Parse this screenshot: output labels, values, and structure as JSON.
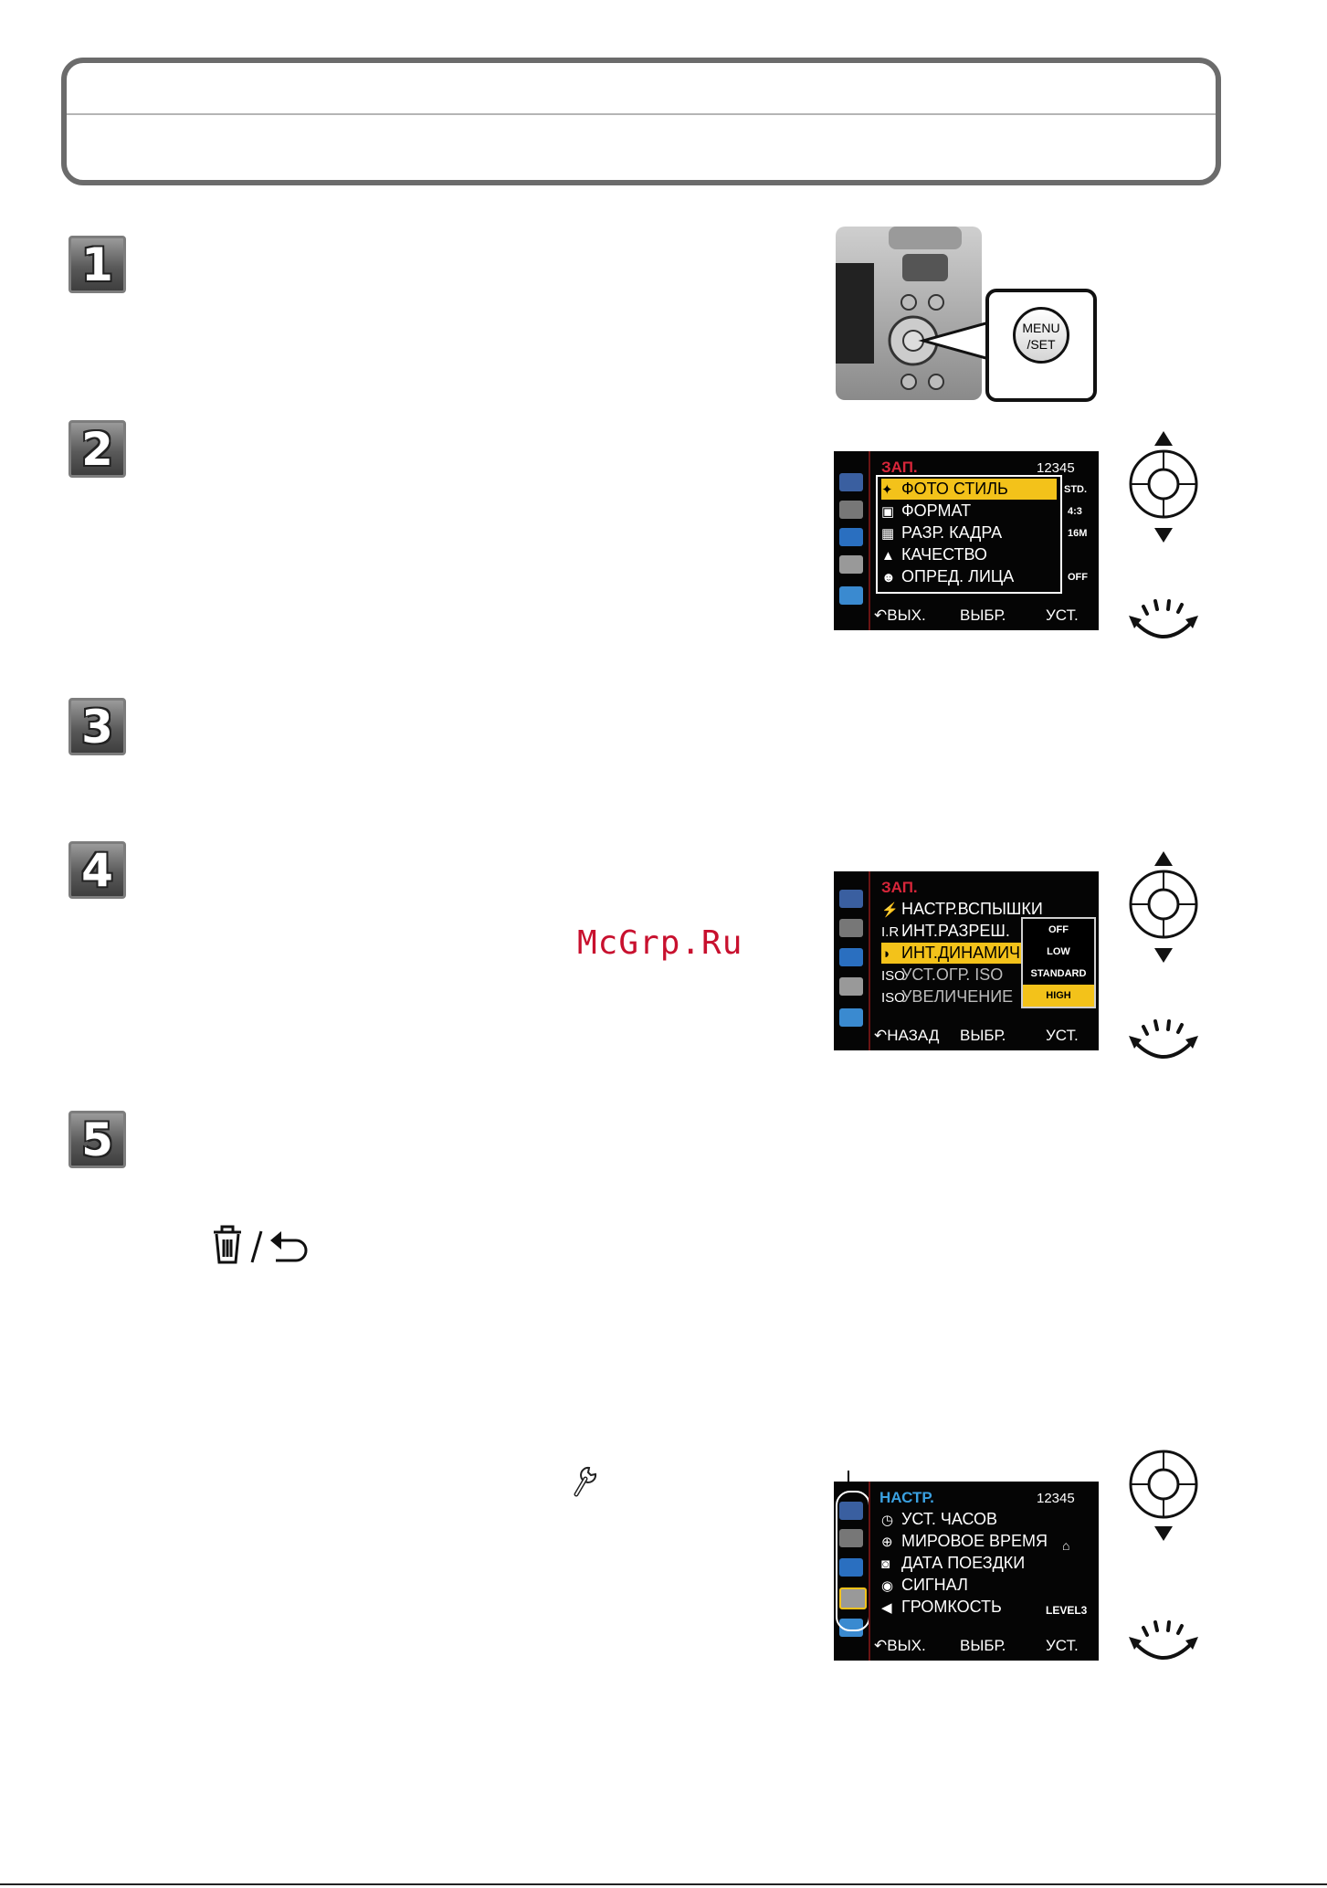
{
  "header": {
    "title": "",
    "subtitle": ""
  },
  "steps": [
    "1",
    "2",
    "3",
    "4",
    "5"
  ],
  "watermark": "McGrp.Ru",
  "camera_button": {
    "line1": "MENU",
    "line2": "/SET"
  },
  "screen_rec": {
    "heading": "ЗАП.",
    "pages": "12345",
    "items": [
      "ФОТО СТИЛЬ",
      "ФОРМАТ",
      "РАЗР. КАДРА",
      "КАЧЕСТВО",
      "ОПРЕД. ЛИЦА"
    ],
    "values": [
      "STD.",
      "4:3",
      "16M",
      "",
      "OFF"
    ],
    "footer_left": "↶ВЫХ.",
    "footer_right": "ВЫБР.",
    "footer_set": "УСТ."
  },
  "screen_dyn": {
    "heading": "ЗАП.",
    "items": [
      "НАСТР.ВСПЫШКИ",
      "ИНТ.РАЗРЕШ.",
      "ИНТ.ДИНАМИЧ",
      "УСТ.ОГР. ISO",
      "УВЕЛИЧЕНИЕ"
    ],
    "options": [
      "OFF",
      "LOW",
      "STANDARD",
      "HIGH"
    ],
    "footer_left": "↶НАЗАД",
    "footer_right": "ВЫБР.",
    "footer_set": "УСТ."
  },
  "screen_setup": {
    "heading": "НАСТР.",
    "pages": "12345",
    "items": [
      "УСТ. ЧАСОВ",
      "МИРОВОЕ ВРЕМЯ",
      "ДАТА ПОЕЗДКИ",
      "СИГНАЛ",
      "ГРОМКОСТЬ"
    ],
    "level": "LEVEL3",
    "footer_left": "↶ВЫХ.",
    "footer_right": "ВЫБР.",
    "footer_set": "УСТ."
  },
  "colors": {
    "accent_yellow": "#f3c21a",
    "menu_red": "#d8263a",
    "menu_blue": "#3aa0e0"
  }
}
